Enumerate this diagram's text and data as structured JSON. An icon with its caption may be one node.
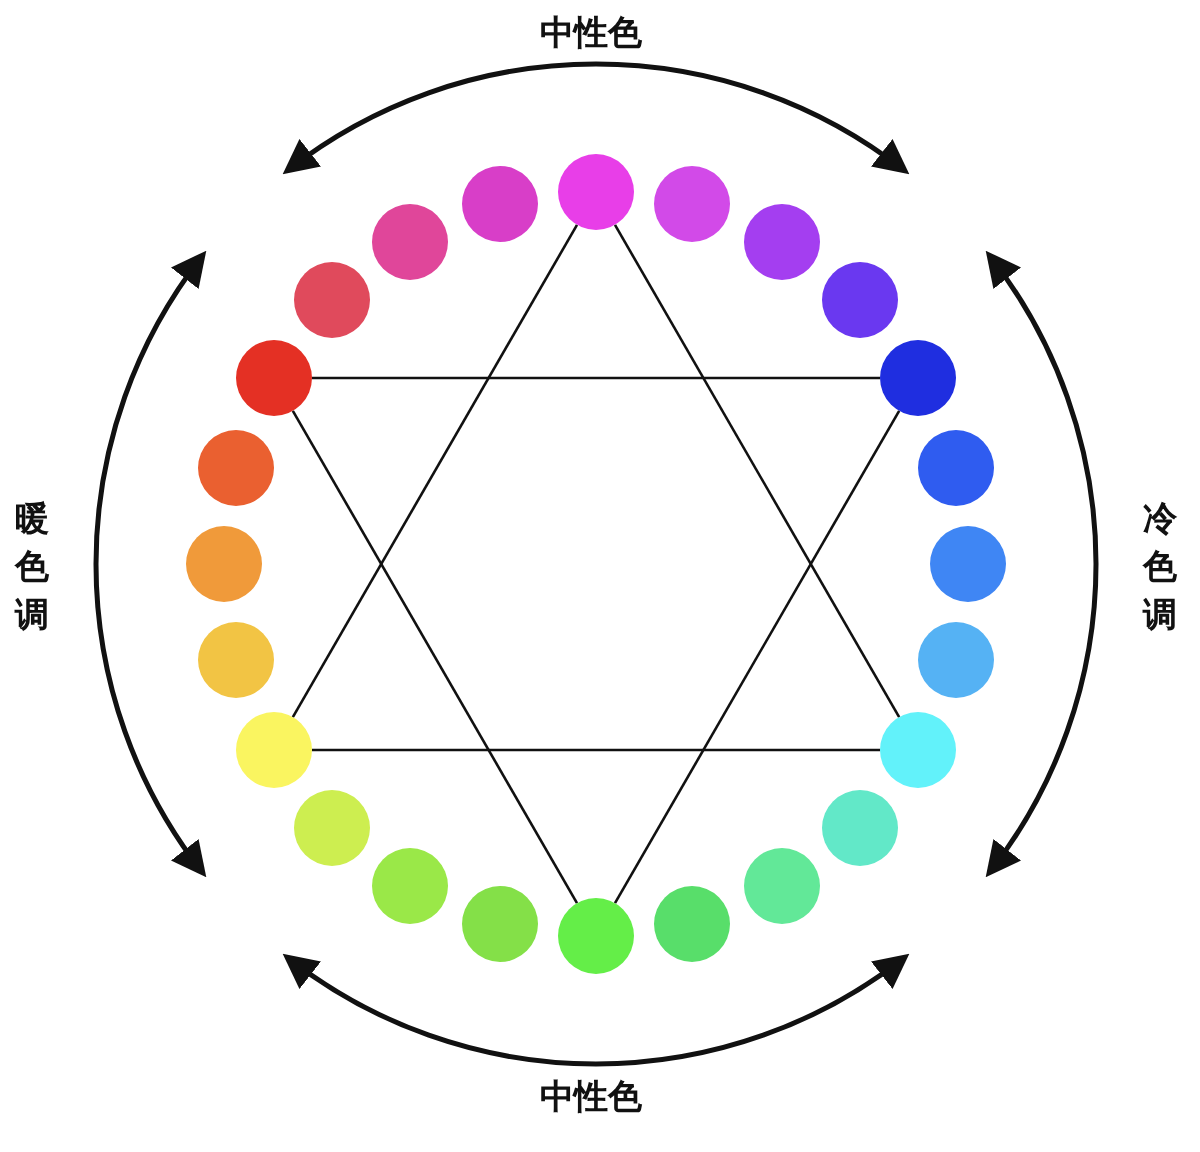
{
  "diagram": {
    "nodes": [
      {
        "text": [],
        "shape": "circle"
      },
      {
        "text": [],
        "shape": "circle"
      },
      {
        "text": [],
        "shape": "circle"
      },
      {
        "text": [],
        "shape": "circle"
      },
      {
        "text": [],
        "shape": "circle"
      },
      {
        "text": [],
        "shape": "circle"
      },
      {
        "text": [],
        "shape": "circle"
      },
      {
        "text": [],
        "shape": "circle"
      },
      {
        "text": [],
        "shape": "circle"
      },
      {
        "text": [],
        "shape": "circle"
      },
      {
        "text": [],
        "shape": "circle"
      },
      {
        "text": [],
        "shape": "circle"
      },
      {
        "text": [],
        "shape": "circle"
      },
      {
        "text": [],
        "shape": "circle"
      },
      {
        "text": [],
        "shape": "circle"
      },
      {
        "text": [],
        "shape": "circle"
      },
      {
        "text": [],
        "shape": "circle"
      },
      {
        "text": [],
        "shape": "circle"
      },
      {
        "text": [],
        "shape": "circle"
      },
      {
        "text": [],
        "shape": "circle"
      },
      {
        "text": [],
        "shape": "circle"
      },
      {
        "text": [],
        "shape": "circle"
      },
      {
        "text": [],
        "shape": "circle"
      },
      {
        "text": [],
        "shape": "circle"
      }
    ],
    "edges": [
      {
        "from": 0,
        "to": 8,
        "arrow": "none"
      },
      {
        "from": 8,
        "to": 16,
        "arrow": "none"
      },
      {
        "from": 16,
        "to": 0,
        "arrow": "none"
      },
      {
        "from": 4,
        "to": 12,
        "arrow": "none"
      },
      {
        "from": 12,
        "to": 20,
        "arrow": "none"
      },
      {
        "from": 20,
        "to": 4,
        "arrow": "none"
      }
    ],
    "labels": [
      "中性色",
      "暖色调",
      "冷色调",
      "中性色"
    ]
  }
}
